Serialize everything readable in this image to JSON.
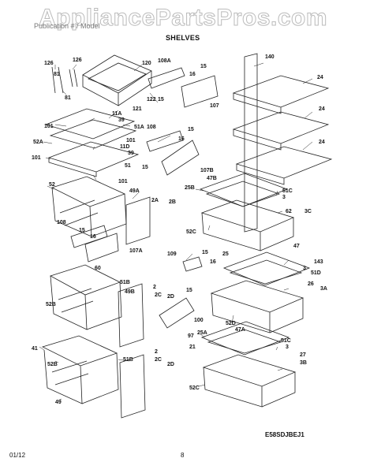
{
  "header": {
    "watermark": "AppliancePartsPros.com",
    "subtitle": "Publication # / Model",
    "section_title": "SHELVES"
  },
  "footer": {
    "date": "01/12",
    "page_number": "8",
    "diagram_code": "E58SDJBEJ1"
  },
  "callouts": [
    "126",
    "126",
    "81",
    "81",
    "120",
    "108A",
    "15",
    "16",
    "15",
    "107",
    "122",
    "121",
    "11A",
    "101",
    "39",
    "51A",
    "52A",
    "101",
    "11D",
    "108",
    "15",
    "16",
    "101",
    "39",
    "51",
    "15",
    "107B",
    "101",
    "52",
    "49A",
    "2A",
    "2B",
    "25B",
    "47B",
    "51C",
    "3",
    "62",
    "3C",
    "52C",
    "108",
    "15",
    "16",
    "107A",
    "109",
    "15",
    "16",
    "25",
    "47",
    "143",
    "3",
    "51D",
    "26",
    "3A",
    "52B",
    "60",
    "51B",
    "49B",
    "2",
    "2C",
    "2D",
    "15",
    "100",
    "97",
    "21",
    "52D",
    "47A",
    "25A",
    "51C",
    "3",
    "27",
    "3B",
    "41",
    "52B",
    "2",
    "51B",
    "2C",
    "2D",
    "49",
    "52C",
    "140",
    "24",
    "24",
    "24"
  ]
}
